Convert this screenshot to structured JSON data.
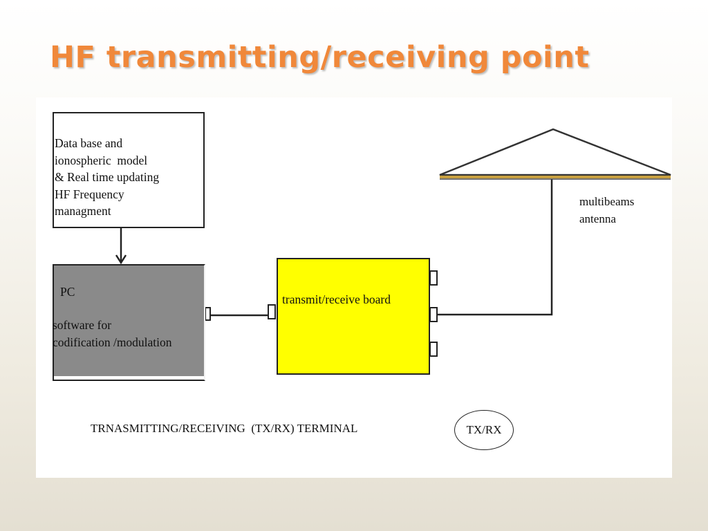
{
  "slide": {
    "title": "HF transmitting/receiving point"
  },
  "diagram": {
    "database_box": {
      "text": "Data base and\nionospheric  model\n& Real time updating\nHF Frequency\nmanagment"
    },
    "pc_box": {
      "label": "PC",
      "software": "software for\ncodification /modulation",
      "fill_color": "#8a8a8a"
    },
    "board_box": {
      "label": "transmit/receive board",
      "fill_color": "#ffff00"
    },
    "antenna": {
      "label": "multibeams\nantenna",
      "base_color": "#c8a040"
    },
    "terminal_caption": "TRNASMITTING/RECEIVING  (TX/RX) TERMINAL",
    "terminal_badge": "TX/RX"
  },
  "colors": {
    "title": "#f0883a",
    "line": "#222222"
  }
}
